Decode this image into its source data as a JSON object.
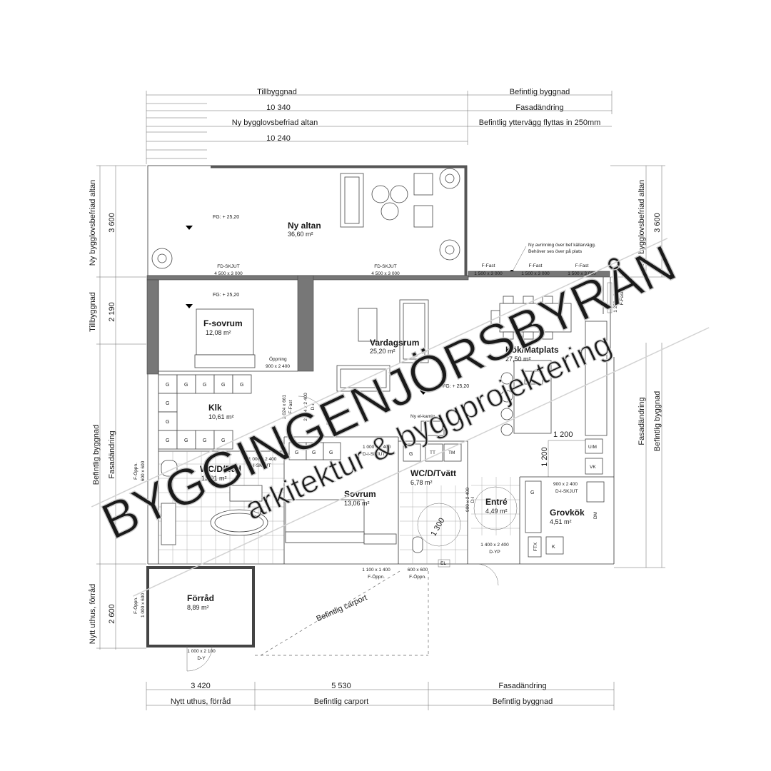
{
  "dimensions_top": {
    "row1_left": "Tillbyggnad",
    "row1_right": "Befintlig byggnad",
    "row2_left": "10 340",
    "row2_right": "Fasadändring",
    "row3_left": "Ny bygglovsbefriad altan",
    "row3_right": "Befintlig yttervägg flyttas in 250mm",
    "row4_left": "10 240"
  },
  "dimensions_left": {
    "altan_label": "Ny bygglovsbefriad altan",
    "altan_value": "3 600",
    "tillbyggnad_label": "Tillbyggnad",
    "tillbyggnad_value": "2 190",
    "befintlig_label": "Befintlig byggnad",
    "fasad_label": "Fasadändring",
    "uthus_label": "Nytt uthus, förråd",
    "uthus_value": "2 600"
  },
  "dimensions_right": {
    "altan_label": "Ny bygglovsbefriad altan",
    "altan_value": "3 600",
    "fasad_label": "Fasadändring",
    "befintlig_label": "Befintlig byggnad"
  },
  "dimensions_bottom": {
    "v1": "3 420",
    "v2": "5 530",
    "v3": "Fasadändring",
    "l1": "Nytt uthus, förråd",
    "l2": "Befintlig carport",
    "l3": "Befintlig byggnad"
  },
  "rooms": {
    "altan": {
      "name": "Ny altan",
      "area": "36,60 m²"
    },
    "fsovrum": {
      "name": "F-sovrum",
      "area": "12,08 m²"
    },
    "vardagsrum": {
      "name": "Vardagsrum",
      "area": "25,20 m²"
    },
    "kok": {
      "name": "Kök/Matplats",
      "area": "27,50 m²"
    },
    "klk": {
      "name": "Klk",
      "area": "10,61 m²"
    },
    "wcbad": {
      "name": "WC/D/Bad",
      "area": "12,91 m²"
    },
    "sovrum": {
      "name": "Sovrum",
      "area": "13,06 m²"
    },
    "wctvatt": {
      "name": "WC/D/Tvätt",
      "area": "6,78 m²"
    },
    "entre": {
      "name": "Entré",
      "area": "4,49 m²"
    },
    "grovkok": {
      "name": "Grovkök",
      "area": "4,51 m²"
    },
    "forrad": {
      "name": "Förråd",
      "area": "8,89 m²"
    }
  },
  "annotations": {
    "fg1": "FG: + 25,20",
    "fg2": "FG: + 25,20",
    "fg3": "FG: + 25,20",
    "fd1_name": "FD-SKJUT",
    "fd1_size": "4 500 x 3 000",
    "fd2_name": "FD-SKJUT",
    "fd2_size": "4 500 x 3 000",
    "avrinning_1": "Ny avrinning över bef källarvägg.",
    "avrinning_2": "Behöver ses över på plats",
    "ffast1_name": "F-Fast",
    "ffast1_size": "1 500 x 3 000",
    "ffast2_name": "F-Fast",
    "ffast2_size": "1 500 x 3 000",
    "ffast3_name": "F-Fast",
    "ffast3_size": "1 500 x 3 000",
    "ffast_side_size": "1 250 x 3 000",
    "ffast_side_name": "F-Fast",
    "oppning_name": "Öppning",
    "oppning_size": "900 x 2 400",
    "klk_door1": "2 024 x 661",
    "klk_door1_type": "F-Fast",
    "klk_door2": "2 024 x 2 400",
    "klk_door2_type": "D-I",
    "kamin": "Ny el-kamin",
    "bad_door_size": "1 000 x 2 400",
    "bad_door_type": "D-I-SKJUT",
    "sov_door_size": "1 000 x 2 400",
    "sov_door_type": "D-I-SKJUT",
    "bad_window_type": "F-Öppn.",
    "bad_window_size": "600 x 600",
    "entre_door_size": "900 x 2 400",
    "entre_door_type": "D-I",
    "grov_door_size": "900 x 2 400",
    "grov_door_type": "D-I-SKJUT",
    "turn_dim": "1 300",
    "kok_dim_h": "1 200",
    "kok_dim_v": "1 200",
    "sov_window_size": "1 100 x 1 400",
    "sov_window_type": "F-Öppn.",
    "tvatt_window_size": "600 x 600",
    "tvatt_window_type": "F-Öppn.",
    "el": "EL",
    "ytterdorr_size": "1 400 x 2 400",
    "ytterdorr_type": "D-YP",
    "forrad_window_type": "F-Öppn.",
    "forrad_window_size": "1 000 x 600",
    "forrad_door_size": "1 000 x 2 100",
    "forrad_door_type": "D-Y",
    "carport": "Befintlig carport",
    "tt": "TT",
    "tm": "TM",
    "um": "U/M",
    "vk": "VK",
    "ftx": "FTX",
    "k": "K",
    "dm": "DM",
    "g": "G"
  },
  "watermark": {
    "line1": "BYGGINGENJÖRSBYRÅN",
    "line2": "arkitektur & byggprojektering"
  }
}
